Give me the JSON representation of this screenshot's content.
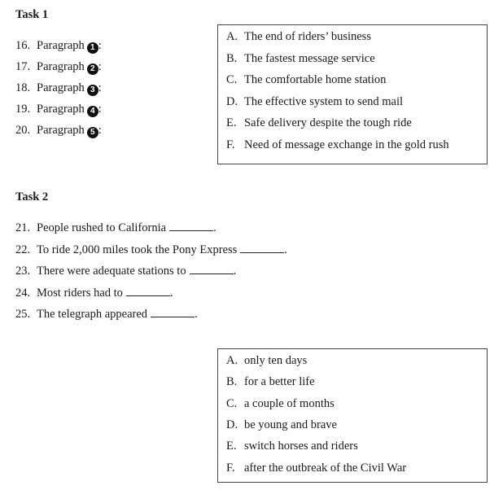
{
  "task1": {
    "heading": "Task 1",
    "questions": [
      {
        "num": "16.",
        "text": "Paragraph",
        "mark": "1"
      },
      {
        "num": "17.",
        "text": "Paragraph",
        "mark": "2"
      },
      {
        "num": "18.",
        "text": "Paragraph",
        "mark": "3"
      },
      {
        "num": "19.",
        "text": "Paragraph",
        "mark": "4"
      },
      {
        "num": "20.",
        "text": "Paragraph",
        "mark": "5"
      }
    ],
    "colon": ":",
    "options": [
      {
        "letter": "A.",
        "text": "The end of riders’ business"
      },
      {
        "letter": "B.",
        "text": "The fastest message service"
      },
      {
        "letter": "C.",
        "text": "The comfortable home station"
      },
      {
        "letter": "D.",
        "text": "The effective system to send mail"
      },
      {
        "letter": "E.",
        "text": "Safe delivery despite the tough ride"
      },
      {
        "letter": "F.",
        "text": "Need of message exchange in the gold rush"
      }
    ]
  },
  "task2": {
    "heading": "Task 2",
    "questions": [
      {
        "num": "21.",
        "text": "People rushed to California"
      },
      {
        "num": "22.",
        "text": "To ride 2,000 miles took the Pony Express"
      },
      {
        "num": "23.",
        "text": "There were adequate stations to"
      },
      {
        "num": "24.",
        "text": "Most riders had to"
      },
      {
        "num": "25.",
        "text": "The telegraph appeared"
      }
    ],
    "end": ".",
    "options": [
      {
        "letter": "A.",
        "text": "only ten days"
      },
      {
        "letter": "B.",
        "text": "for a better life"
      },
      {
        "letter": "C.",
        "text": "a couple of months"
      },
      {
        "letter": "D.",
        "text": "be young and brave"
      },
      {
        "letter": "E.",
        "text": "switch horses and riders"
      },
      {
        "letter": "F.",
        "text": "after the outbreak of the Civil War"
      }
    ]
  }
}
